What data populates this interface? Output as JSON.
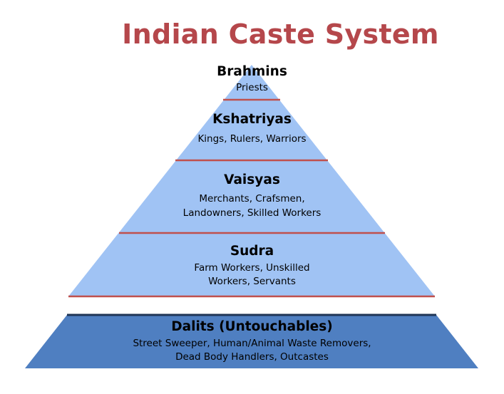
{
  "title": "Indian Caste System",
  "colors": {
    "title": "#b5474b",
    "pyramid_fill": "#a0c3f4",
    "separator": "#c0504d",
    "base_fill": "#4f7fc1",
    "base_top_line": "#1f3555"
  },
  "tiers": [
    {
      "name": "Brahmins",
      "description": [
        "Priests"
      ]
    },
    {
      "name": "Kshatriyas",
      "description": [
        "Kings, Rulers, Warriors"
      ]
    },
    {
      "name": "Vaisyas",
      "description": [
        "Merchants, Crafsmen,",
        "Landowners, Skilled Workers"
      ]
    },
    {
      "name": "Sudra",
      "description": [
        "Farm Workers, Unskilled",
        "Workers, Servants"
      ]
    }
  ],
  "base": {
    "name": "Dalits (Untouchables)",
    "description": [
      "Street Sweeper, Human/Animal Waste Removers,",
      "Dead Body Handlers, Outcastes"
    ]
  }
}
